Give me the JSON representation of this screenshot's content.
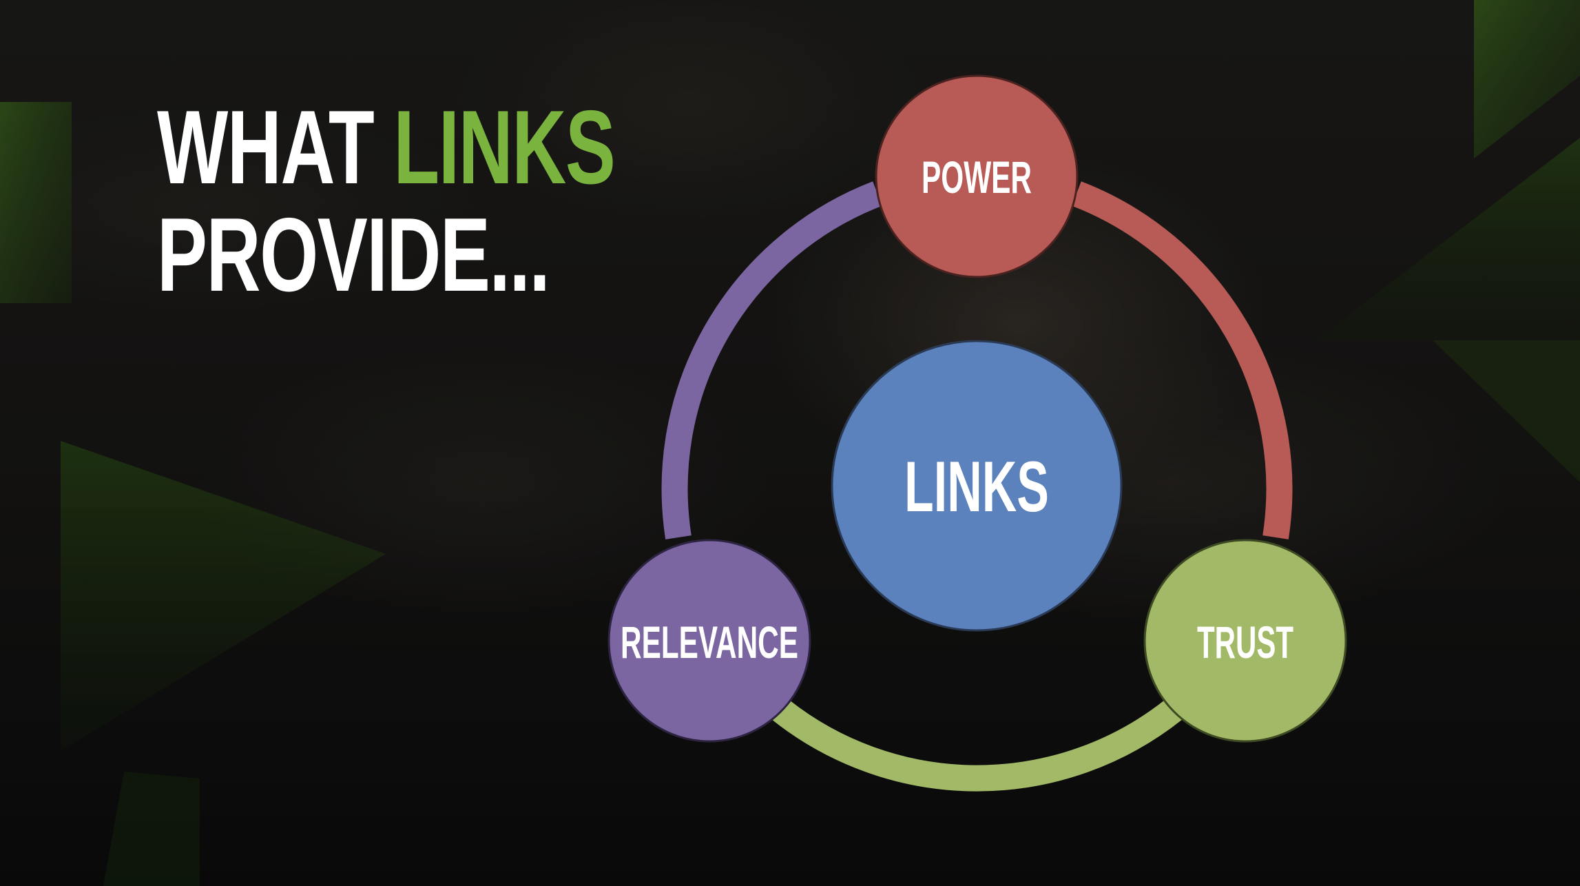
{
  "title": {
    "word1": "WHAT",
    "word2": "LINKS",
    "line2": "PROVIDE..."
  },
  "diagram": {
    "center": {
      "label": "LINKS",
      "color": "#5b82bd"
    },
    "nodes": [
      {
        "label": "POWER",
        "color": "#b85a55"
      },
      {
        "label": "TRUST",
        "color": "#a2b967"
      },
      {
        "label": "RELEVANCE",
        "color": "#7b66a1"
      }
    ],
    "ring_colors": {
      "power_to_trust": "#b85a55",
      "trust_to_relevance": "#a2b967",
      "relevance_to_power": "#7b66a1"
    }
  },
  "colors": {
    "accent_green": "#7ab33e",
    "background": "#141312"
  }
}
